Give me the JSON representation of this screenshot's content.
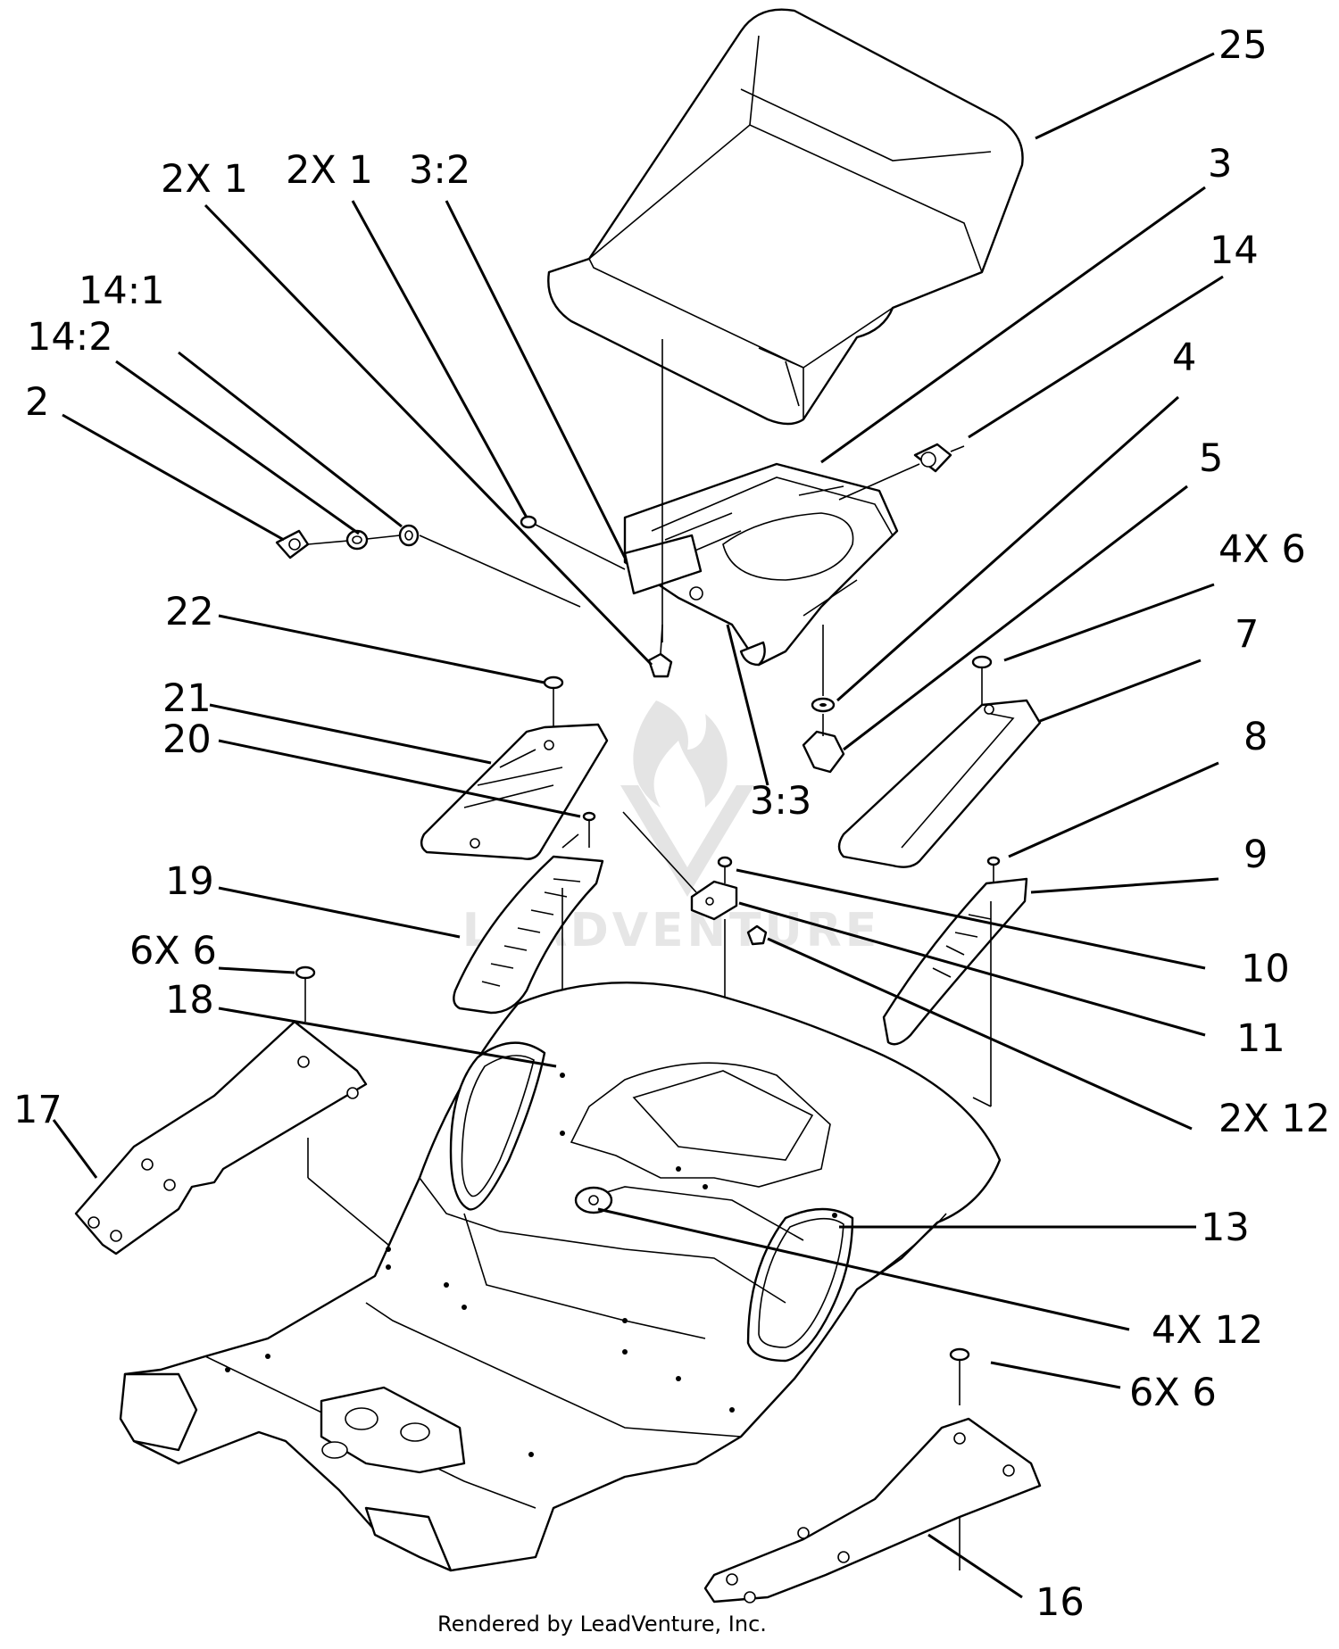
{
  "diagram": {
    "labels": {
      "l25": "25",
      "l3": "3",
      "l14": "14",
      "l4": "4",
      "l5": "5",
      "l4x6": "4X 6",
      "l7": "7",
      "l8": "8",
      "l9": "9",
      "l10": "10",
      "l11": "11",
      "l2x12": "2X 12",
      "l13": "13",
      "l4x12": "4X 12",
      "l6x6b": "6X 6",
      "l16": "16",
      "l2x1a": "2X 1",
      "l2x1b": "2X 1",
      "l32": "3:2",
      "l141": "14:1",
      "l142": "14:2",
      "l2": "2",
      "l22": "22",
      "l21": "21",
      "l20": "20",
      "l33": "3:3",
      "l19": "19",
      "l6x6a": "6X 6",
      "l18": "18",
      "l17": "17"
    },
    "watermark": "LEADVENTURE",
    "footer": "Rendered by LeadVenture, Inc."
  }
}
